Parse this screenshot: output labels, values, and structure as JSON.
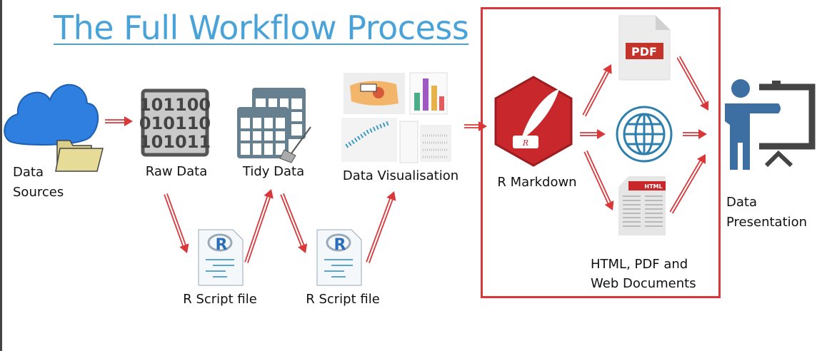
{
  "title": "The Full Workflow Process",
  "nodes": {
    "data_sources": [
      "Data",
      "Sources"
    ],
    "raw_data": "Raw Data",
    "raw_data_bits": [
      "101100",
      "010110",
      "101011"
    ],
    "tidy_data": "Tidy Data",
    "data_visualisation": "Data Visualisation",
    "r_markdown": "R Markdown",
    "r_script_1": "R Script file",
    "r_script_2": "R Script file",
    "outputs": [
      "HTML, PDF and",
      "Web Documents"
    ],
    "pdf_badge": "PDF",
    "html_badge": "HTML",
    "r_logo": "R",
    "data_presentation": [
      "Data",
      "Presentation"
    ]
  },
  "colors": {
    "title": "#4aa3d8",
    "arrow": "#d9383a",
    "highlight": "#d9383a",
    "rmd": "#c8282c",
    "globe": "#2f7fae",
    "presenter": "#3d6fa3"
  }
}
